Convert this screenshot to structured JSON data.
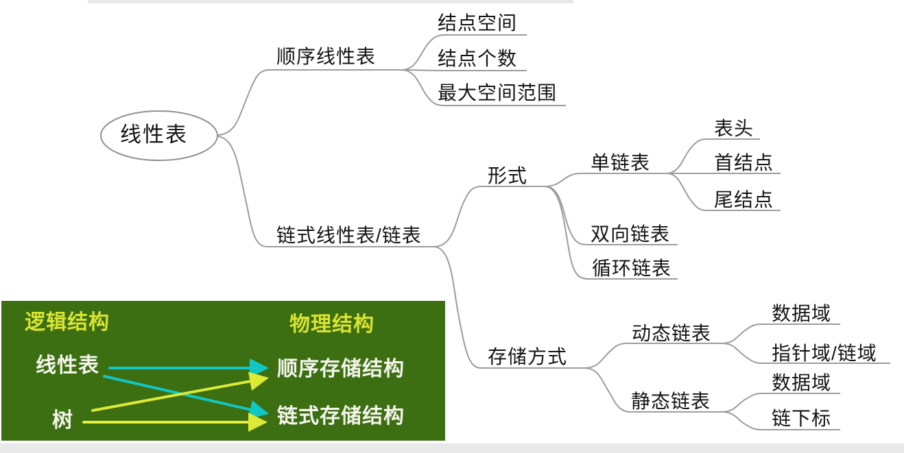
{
  "mindmap": {
    "tree": {
      "label": "线性表",
      "children": [
        {
          "label": "顺序线性表",
          "children": [
            {
              "label": "结点空间"
            },
            {
              "label": "结点个数"
            },
            {
              "label": "最大空间范围"
            }
          ]
        },
        {
          "label": "链式线性表/链表",
          "children": [
            {
              "label": "形式",
              "children": [
                {
                  "label": "单链表",
                  "children": [
                    {
                      "label": "表头"
                    },
                    {
                      "label": "首结点"
                    },
                    {
                      "label": "尾结点"
                    }
                  ]
                },
                {
                  "label": "双向链表"
                },
                {
                  "label": "循环链表"
                }
              ]
            },
            {
              "label": "存储方式",
              "children": [
                {
                  "label": "动态链表",
                  "children": [
                    {
                      "label": "数据域"
                    },
                    {
                      "label": "指针域/链域"
                    }
                  ]
                },
                {
                  "label": "静态链表",
                  "children": [
                    {
                      "label": "数据域"
                    },
                    {
                      "label": "链下标"
                    }
                  ]
                }
              ]
            }
          ]
        }
      ]
    },
    "colors": {
      "line": "#9c9c9c",
      "text": "#141414",
      "background": "#ffffff"
    }
  },
  "inset": {
    "title_left": "逻辑结构",
    "title_right": "物理结构",
    "logical_items": [
      "线性表",
      "树"
    ],
    "physical_items": [
      "顺序存储结构",
      "链式存储结构"
    ],
    "mappings": [
      {
        "from": "线性表",
        "to": "顺序存储结构",
        "color": "cyan"
      },
      {
        "from": "线性表",
        "to": "链式存储结构",
        "color": "cyan"
      },
      {
        "from": "树",
        "to": "顺序存储结构",
        "color": "yellow"
      },
      {
        "from": "树",
        "to": "链式存储结构",
        "color": "yellow"
      }
    ],
    "colors": {
      "background": "#3c6e12",
      "title": "#d9e431",
      "item": "#f4f4ec",
      "arrow_cyan": "#12c7c3",
      "arrow_yellow": "#dcea35"
    }
  }
}
